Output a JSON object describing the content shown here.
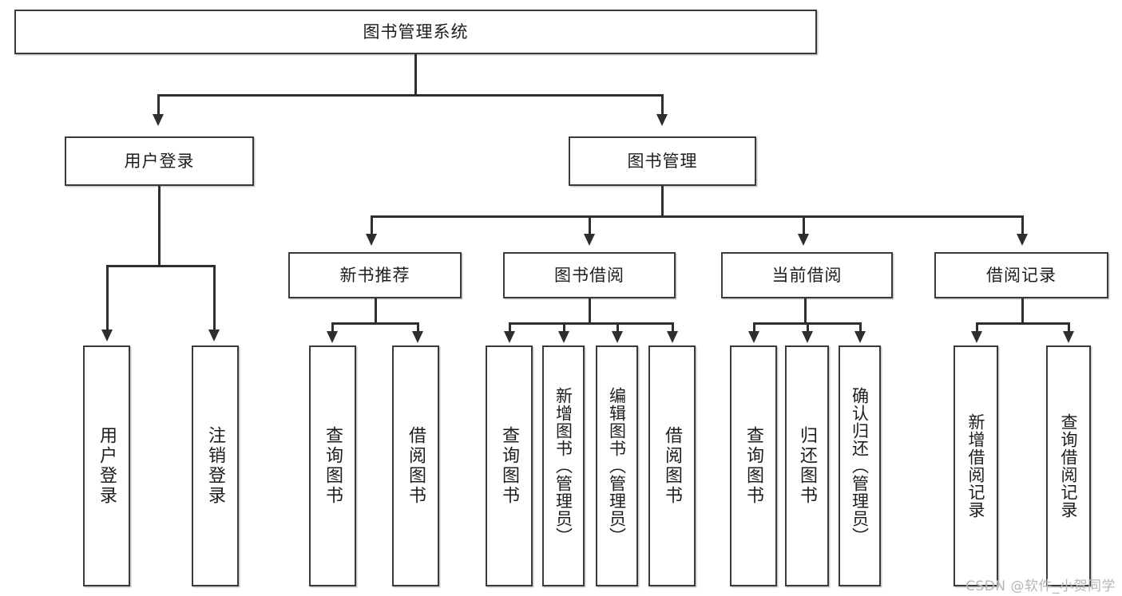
{
  "diagram": {
    "title": "图书管理系统",
    "type": "hierarchy-tree",
    "levels": 4
  },
  "root": {
    "label": "图书管理系统"
  },
  "level1": [
    {
      "label": "用户登录"
    },
    {
      "label": "图书管理"
    }
  ],
  "level2": [
    {
      "label": "新书推荐"
    },
    {
      "label": "图书借阅"
    },
    {
      "label": "当前借阅"
    },
    {
      "label": "借阅记录"
    }
  ],
  "leaves": {
    "user_login": [
      {
        "label": "用户登录"
      },
      {
        "label": "注销登录"
      }
    ],
    "new_book_recommend": [
      {
        "label": "查询图书"
      },
      {
        "label": "借阅图书"
      }
    ],
    "book_borrow": [
      {
        "label": "查询图书"
      },
      {
        "label": "新增图书（管理员）"
      },
      {
        "label": "编辑图书（管理员）"
      },
      {
        "label": "借阅图书"
      }
    ],
    "current_borrow": [
      {
        "label": "查询图书"
      },
      {
        "label": "归还图书"
      },
      {
        "label": "确认归还（管理员）"
      }
    ],
    "borrow_record": [
      {
        "label": "新增借阅记录"
      },
      {
        "label": "查询借阅记录"
      }
    ]
  },
  "watermark": {
    "text": "CSDN @软件_小贺同学"
  },
  "colors": {
    "border": "#3a3a3a",
    "line": "#2e2e2e",
    "background": "#ffffff",
    "text": "#1d1d1d",
    "watermark": "#b6b6b6"
  }
}
